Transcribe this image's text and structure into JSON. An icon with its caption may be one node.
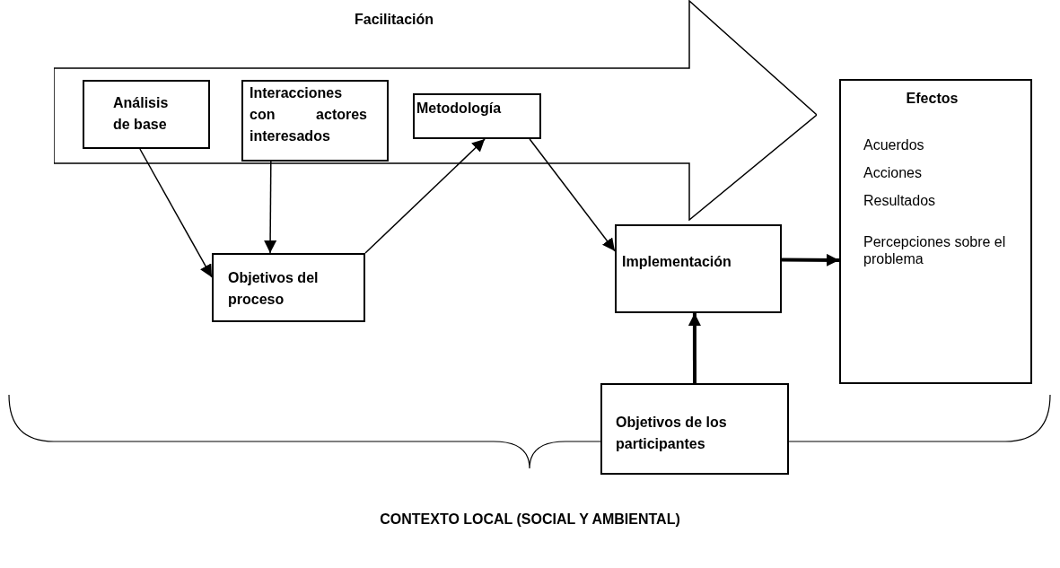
{
  "diagram": {
    "nodes": [
      {
        "text": [
          "Facilitación"
        ]
      },
      {
        "text": [
          "Análisis de base"
        ],
        "in": 0
      },
      {
        "text": [
          "Interacciones con actores interesados"
        ],
        "in": 0
      },
      {
        "text": [
          "Metodología"
        ],
        "in": 0
      },
      {
        "text": [
          "Objetivos del proceso"
        ]
      },
      {
        "text": [
          "Implementación"
        ]
      },
      {
        "text": [
          "Objetivos de los participantes"
        ]
      },
      {
        "text": [
          "Efectos",
          "Acuerdos",
          "Acciones",
          "Resultados",
          "Percepciones sobre el problema"
        ]
      }
    ],
    "edges": [
      {
        "from": 1,
        "to": 4,
        "arrow": "to"
      },
      {
        "from": 2,
        "to": 4,
        "arrow": "to"
      },
      {
        "from": 4,
        "to": 3,
        "arrow": "to"
      },
      {
        "from": 3,
        "to": 5,
        "arrow": "to"
      },
      {
        "from": 6,
        "to": 5,
        "arrow": "to",
        "style": "thick"
      },
      {
        "from": 5,
        "to": 7,
        "arrow": "to",
        "style": "thick"
      }
    ],
    "labels": [
      "CONTEXTO LOCAL (SOCIAL Y AMBIENTAL)"
    ]
  }
}
